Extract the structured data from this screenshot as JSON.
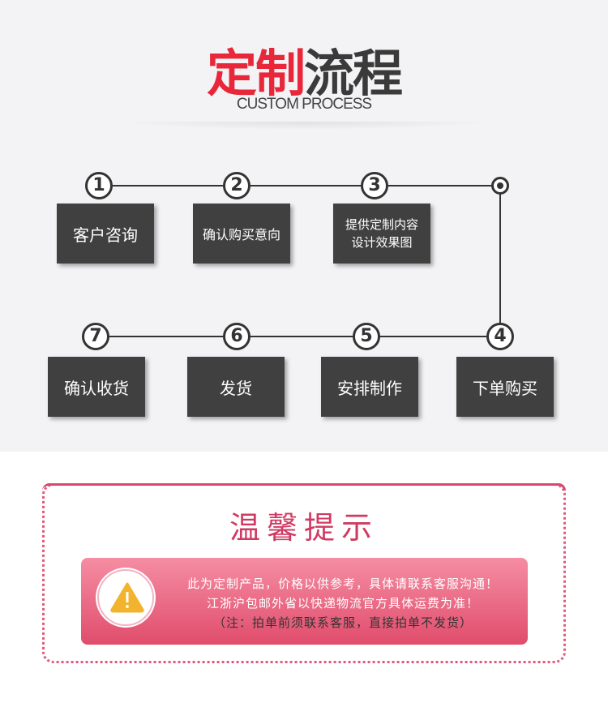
{
  "header": {
    "title_red": "定制",
    "title_dark": "流程",
    "subtitle": "CUSTOM PROCESS"
  },
  "steps": [
    {
      "num": "1",
      "label": "客户咨询"
    },
    {
      "num": "2",
      "label": "确认购买意向"
    },
    {
      "num": "3",
      "label": "提供定制内容",
      "label2": "设计效果图"
    },
    {
      "num": "4",
      "label": "下单购买"
    },
    {
      "num": "5",
      "label": "安排制作"
    },
    {
      "num": "6",
      "label": "发货"
    },
    {
      "num": "7",
      "label": "确认收货"
    }
  ],
  "notice": {
    "title": "温馨提示",
    "icon": "warning-icon",
    "lines": [
      "此为定制产品，价格以供参考，具体请联系客服沟通！",
      "江浙沪包邮外省以快递物流官方具体运费为准！",
      "（注：拍单前须联系客服，直接拍单不发货）"
    ]
  }
}
